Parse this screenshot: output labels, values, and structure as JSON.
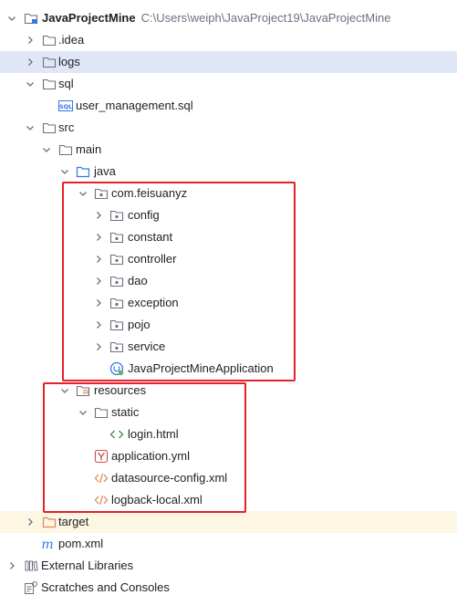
{
  "project_tree": {
    "root": {
      "name": "JavaProjectMine",
      "path": "C:\\Users\\weiph\\JavaProject19\\JavaProjectMine"
    },
    "idea": ".idea",
    "logs": "logs",
    "sql": "sql",
    "sql_file": "user_management.sql",
    "src": "src",
    "main": "main",
    "java": "java",
    "package": "com.feisuanyz",
    "subpackages": [
      "config",
      "constant",
      "controller",
      "dao",
      "exception",
      "pojo",
      "service"
    ],
    "app_class": "JavaProjectMineApplication",
    "resources": "resources",
    "static": "static",
    "login_html": "login.html",
    "application_yml": "application.yml",
    "datasource_config": "datasource-config.xml",
    "logback_local": "logback-local.xml",
    "target": "target",
    "pom": "pom.xml",
    "external_libraries": "External Libraries",
    "scratches": "Scratches and Consoles"
  },
  "colors": {
    "selection": "#dfe6f6",
    "excluded_bg": "#fdf6e3",
    "highlight_box": "#e8202a",
    "folder_stroke": "#6c707e",
    "source_folder": "#3574f0",
    "excluded_folder": "#e08855"
  }
}
